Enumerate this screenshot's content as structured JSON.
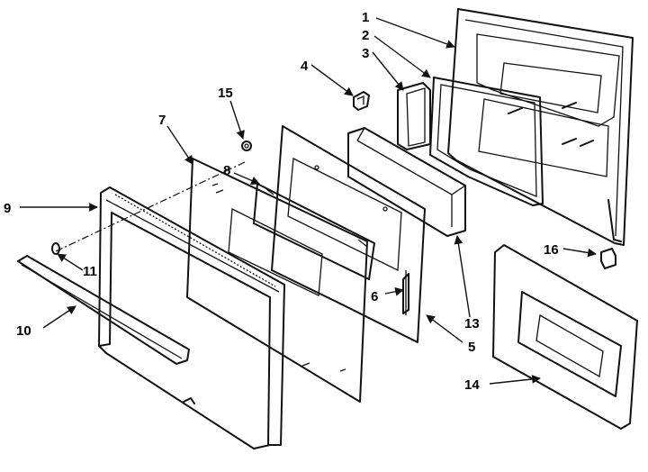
{
  "callouts": [
    {
      "id": "c1",
      "text": "1"
    },
    {
      "id": "c2",
      "text": "2"
    },
    {
      "id": "c3",
      "text": "3"
    },
    {
      "id": "c4",
      "text": "4"
    },
    {
      "id": "c5",
      "text": "5"
    },
    {
      "id": "c6",
      "text": "6"
    },
    {
      "id": "c7",
      "text": "7"
    },
    {
      "id": "c8",
      "text": "8"
    },
    {
      "id": "c9",
      "text": "9"
    },
    {
      "id": "c10",
      "text": "10"
    },
    {
      "id": "c11",
      "text": "11"
    },
    {
      "id": "c13",
      "text": "13"
    },
    {
      "id": "c14",
      "text": "14"
    },
    {
      "id": "c15",
      "text": "15"
    },
    {
      "id": "c16",
      "text": "16"
    }
  ],
  "colors": {
    "ink": "#111111",
    "paper": "#ffffff"
  }
}
